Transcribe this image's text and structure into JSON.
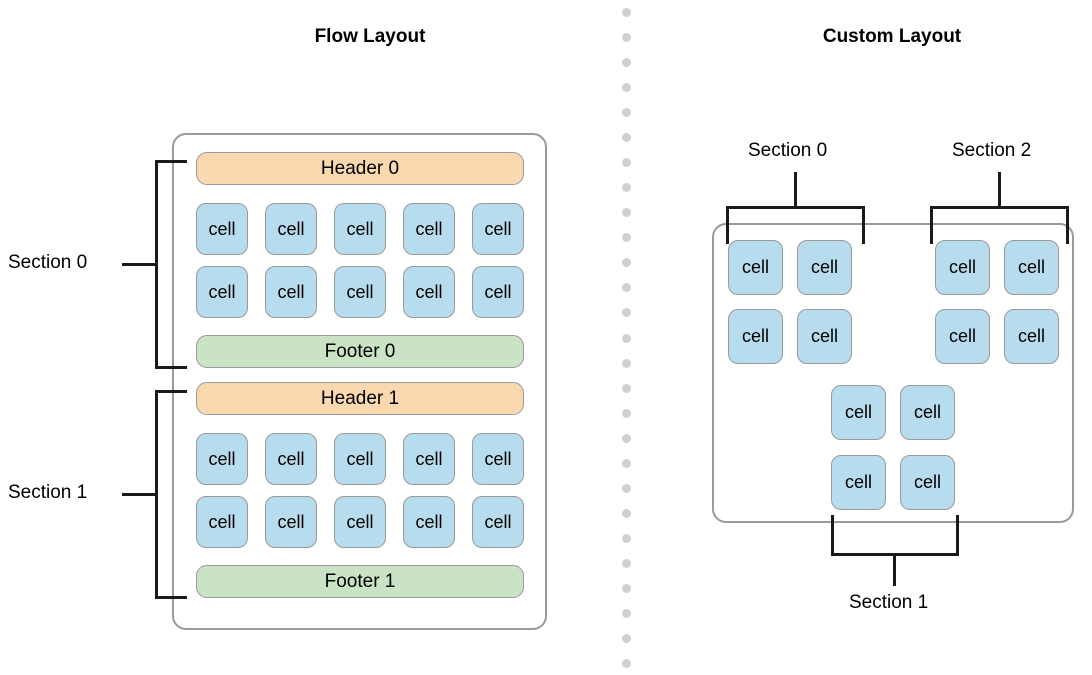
{
  "panels": {
    "flow": {
      "title": "Flow Layout",
      "sections": [
        {
          "label": "Section 0",
          "header": "Header 0",
          "footer": "Footer 0",
          "rows": [
            [
              "cell",
              "cell",
              "cell",
              "cell",
              "cell"
            ],
            [
              "cell",
              "cell",
              "cell",
              "cell",
              "cell"
            ]
          ]
        },
        {
          "label": "Section 1",
          "header": "Header 1",
          "footer": "Footer 1",
          "rows": [
            [
              "cell",
              "cell",
              "cell",
              "cell",
              "cell"
            ],
            [
              "cell",
              "cell",
              "cell",
              "cell",
              "cell"
            ]
          ]
        }
      ]
    },
    "custom": {
      "title": "Custom Layout",
      "groups": [
        {
          "label": "Section 0",
          "position": "top-left",
          "rows": [
            [
              "cell",
              "cell"
            ],
            [
              "cell",
              "cell"
            ]
          ]
        },
        {
          "label": "Section 2",
          "position": "top-right",
          "rows": [
            [
              "cell",
              "cell"
            ],
            [
              "cell",
              "cell"
            ]
          ]
        },
        {
          "label": "Section 1",
          "position": "bottom-center",
          "rows": [
            [
              "cell",
              "cell"
            ],
            [
              "cell",
              "cell"
            ]
          ]
        }
      ]
    }
  },
  "colors": {
    "cell": "#b6dced",
    "header": "#fad9b0",
    "footer": "#c9e3c4",
    "container_border": "#9a9a9a",
    "bracket": "#1a1a1a",
    "divider_dot": "#d0d0d0",
    "text": "#000000"
  },
  "divider": {
    "style": "dotted-vertical",
    "dot_count": 27
  }
}
